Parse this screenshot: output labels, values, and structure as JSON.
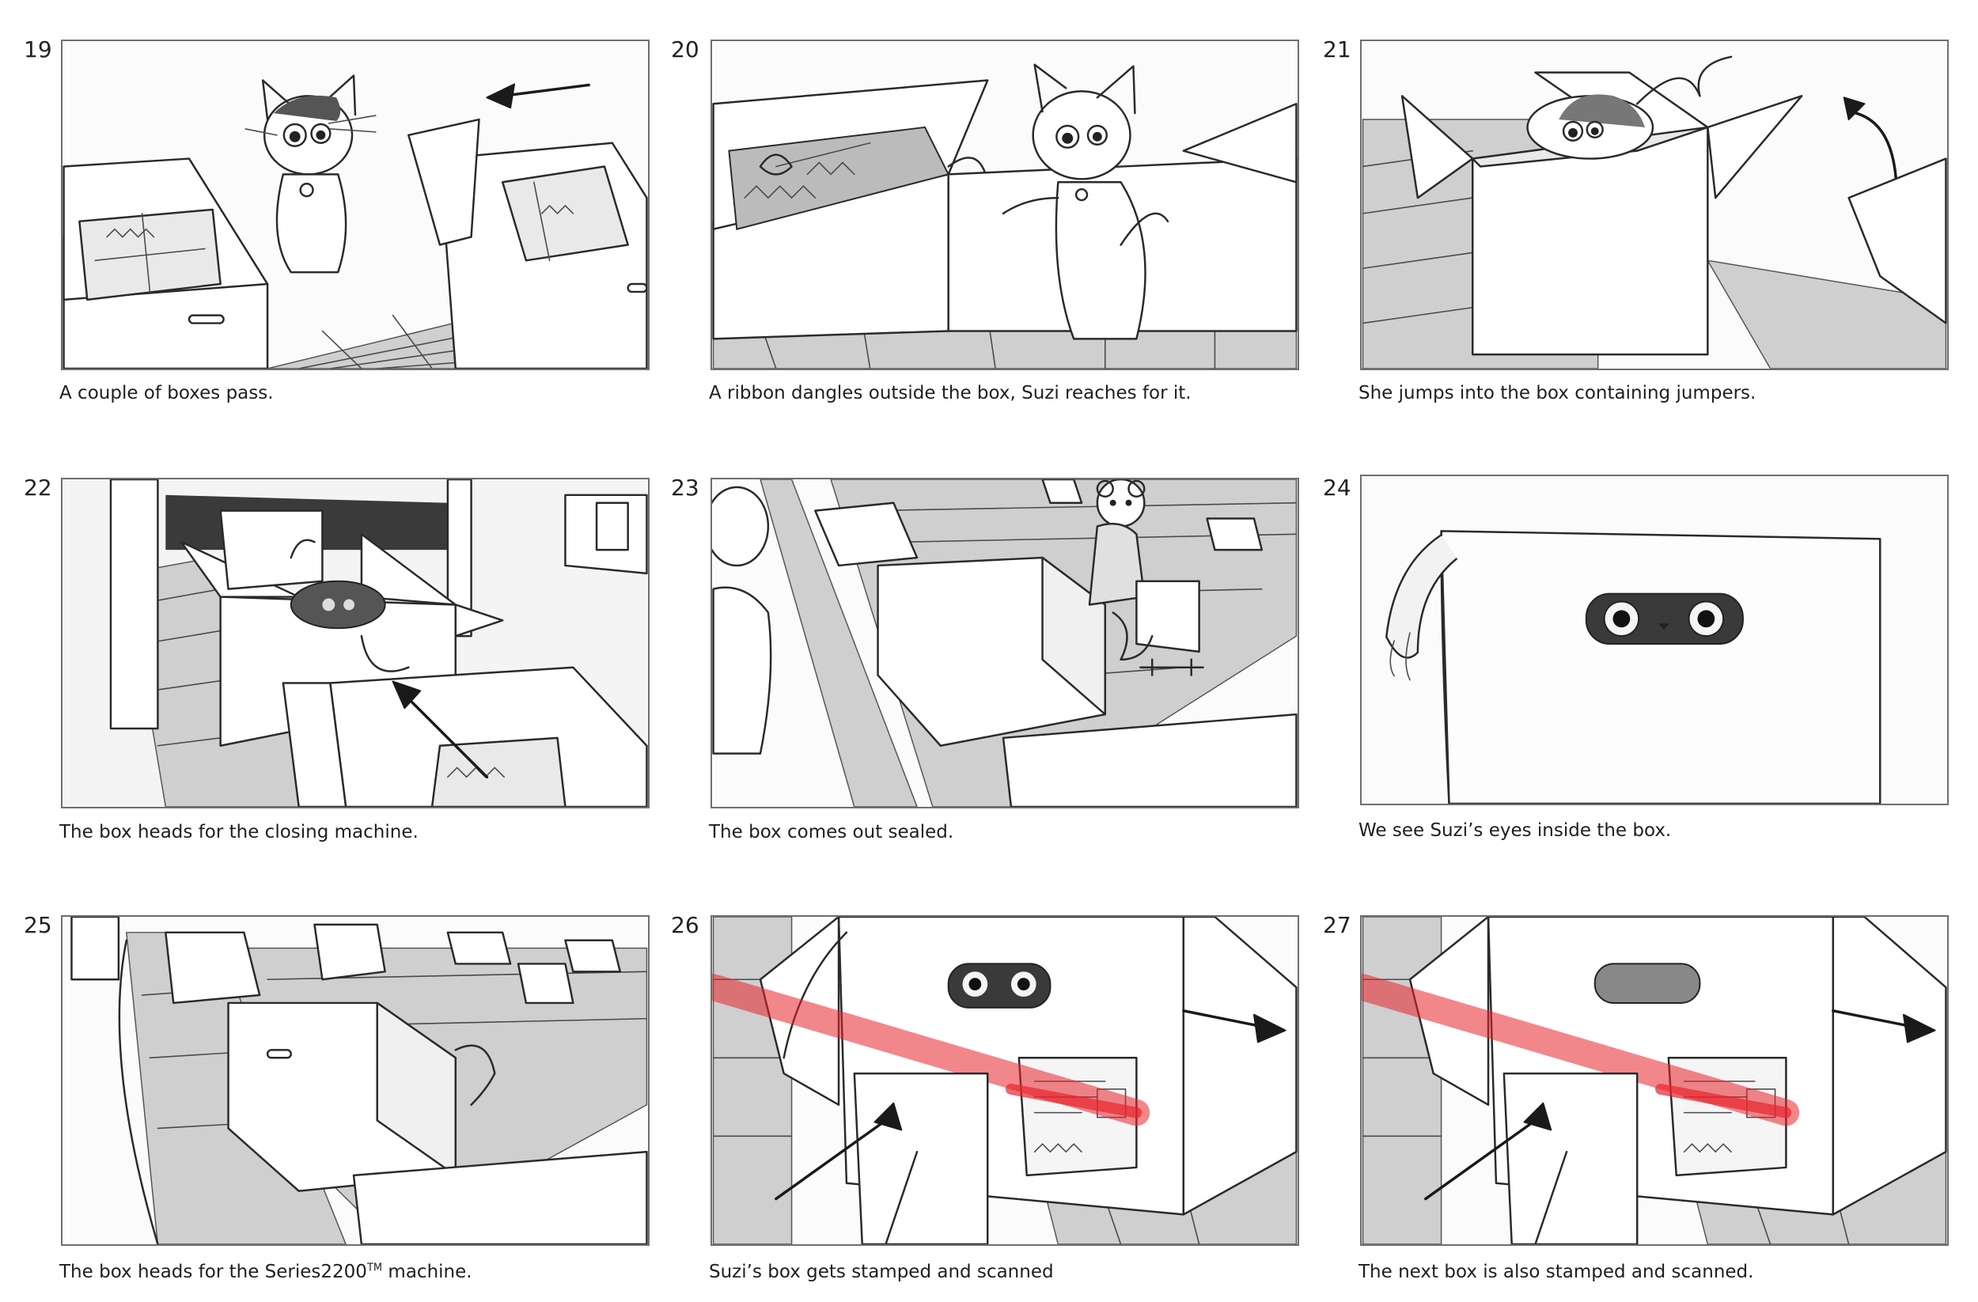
{
  "panels": [
    {
      "number": "19",
      "caption": "A couple of boxes pass."
    },
    {
      "number": "20",
      "caption": "A ribbon dangles outside the box, Suzi reaches for it."
    },
    {
      "number": "21",
      "caption": "She jumps into the box containing jumpers."
    },
    {
      "number": "22",
      "caption": "The box heads for the closing machine."
    },
    {
      "number": "23",
      "caption": "The box comes out sealed."
    },
    {
      "number": "24",
      "caption": "We see Suzi’s eyes inside the box."
    },
    {
      "number": "25",
      "caption_pre": "The box heads for the Series2200",
      "caption_sup": "TM",
      "caption_post": " machine."
    },
    {
      "number": "26",
      "caption": "Suzi’s box gets stamped and scanned"
    },
    {
      "number": "27",
      "caption": "The next box is also stamped and scanned."
    }
  ],
  "colors": {
    "laser": "#e8262d",
    "frame_border": "#6e6e6e",
    "sketch": "#2a2a2a"
  },
  "icons": [
    "kitten-sketch",
    "cardboard-box-sketch",
    "teddy-bear-sketch",
    "motion-arrow",
    "scanner-laser"
  ]
}
